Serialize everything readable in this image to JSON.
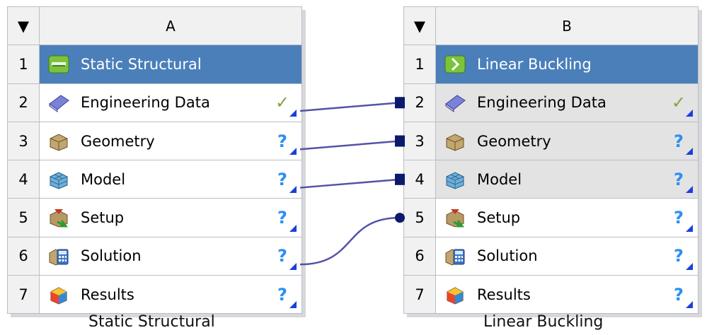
{
  "systems": [
    {
      "id": "A",
      "header": {
        "toggle": "▼",
        "letter": "A"
      },
      "title": {
        "num": "1",
        "label": "Static Structural",
        "icon": "static-structural-icon"
      },
      "rows": [
        {
          "num": "2",
          "label": "Engineering Data",
          "icon": "engineering-data-icon",
          "status": "✓",
          "status_type": "check"
        },
        {
          "num": "3",
          "label": "Geometry",
          "icon": "geometry-icon",
          "status": "?",
          "status_type": "q"
        },
        {
          "num": "4",
          "label": "Model",
          "icon": "model-icon",
          "status": "?",
          "status_type": "q"
        },
        {
          "num": "5",
          "label": "Setup",
          "icon": "setup-icon",
          "status": "?",
          "status_type": "q"
        },
        {
          "num": "6",
          "label": "Solution",
          "icon": "solution-icon",
          "status": "?",
          "status_type": "q"
        },
        {
          "num": "7",
          "label": "Results",
          "icon": "results-icon",
          "status": "?",
          "status_type": "q"
        }
      ],
      "caption": "Static Structural"
    },
    {
      "id": "B",
      "header": {
        "toggle": "▼",
        "letter": "B"
      },
      "title": {
        "num": "1",
        "label": "Linear Buckling",
        "icon": "linear-buckling-icon"
      },
      "rows": [
        {
          "num": "2",
          "label": "Engineering Data",
          "icon": "engineering-data-icon",
          "status": "✓",
          "status_type": "check",
          "shaded": true
        },
        {
          "num": "3",
          "label": "Geometry",
          "icon": "geometry-icon",
          "status": "?",
          "status_type": "q",
          "shaded": true
        },
        {
          "num": "4",
          "label": "Model",
          "icon": "model-icon",
          "status": "?",
          "status_type": "q",
          "shaded": true
        },
        {
          "num": "5",
          "label": "Setup",
          "icon": "setup-icon",
          "status": "?",
          "status_type": "q"
        },
        {
          "num": "6",
          "label": "Solution",
          "icon": "solution-icon",
          "status": "?",
          "status_type": "q"
        },
        {
          "num": "7",
          "label": "Results",
          "icon": "results-icon",
          "status": "?",
          "status_type": "q"
        }
      ],
      "caption": "Linear Buckling"
    }
  ],
  "connections": [
    {
      "from": "A.2",
      "to": "B.2",
      "kind": "shared",
      "end": "square"
    },
    {
      "from": "A.3",
      "to": "B.3",
      "kind": "shared",
      "end": "square"
    },
    {
      "from": "A.4",
      "to": "B.4",
      "kind": "shared",
      "end": "square"
    },
    {
      "from": "A.6",
      "to": "B.5",
      "kind": "transfer",
      "end": "dot"
    }
  ],
  "colors": {
    "title_bar": "#4a7fba",
    "link": "#5552a8",
    "link_end": "#0c1a6b"
  }
}
